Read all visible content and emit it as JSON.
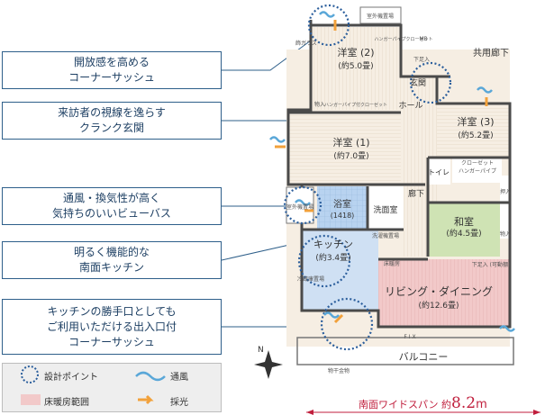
{
  "callouts": [
    {
      "lines": [
        "開放感を高める",
        "コーナーサッシュ"
      ]
    },
    {
      "lines": [
        "来訪者の視線を逸らす",
        "クランク玄関"
      ]
    },
    {
      "lines": [
        "通風・換気性が高く",
        "気持ちのいいビューバス"
      ]
    },
    {
      "lines": [
        "明るく機能的な",
        "南面キッチン"
      ]
    },
    {
      "lines": [
        "キッチンの勝手口としても",
        "ご利用いただける出入口付",
        "コーナーサッシュ"
      ]
    }
  ],
  "legend": {
    "design_point": "設計ポイント",
    "ventilation": "通風",
    "floor_heating": "床暖房範囲",
    "daylight": "採光"
  },
  "rooms": {
    "western1": {
      "name": "洋室 (1)",
      "area": "(約7.0畳)"
    },
    "western2": {
      "name": "洋室 (2)",
      "area": "(約5.0畳)"
    },
    "western3": {
      "name": "洋室 (3)",
      "area": "(約5.2畳)"
    },
    "japanese": {
      "name": "和室",
      "area": "(約4.5畳)"
    },
    "living": {
      "name": "リビング・ダイニング",
      "area": "(約12.6畳)"
    },
    "kitchen": {
      "name": "キッチン",
      "area": "(約3.4畳)"
    },
    "bath": {
      "name": "浴室",
      "area": "(1418)"
    },
    "washroom": "洗面室",
    "toilet": "トイレ",
    "hall": "ホール",
    "entrance": "玄関",
    "corridor": "廊下",
    "balcony": "バルコニー",
    "common_corridor": "共用廊下"
  },
  "labels": {
    "outdoor_unit_top": "室外機置場",
    "hanger_pipe_closet_top": "ハンガーパイプクローゼット",
    "mb": "MB",
    "shoe_box": "下足入",
    "storage": "物入",
    "hanger_pipe_closet": "ハンガーパイプ付クローゼット",
    "closet_w3": "クローゼット",
    "hanger_pipe_w3": "ハンガーパイプ",
    "toilet_room": "トイレ",
    "oshiire": "押入",
    "storage_jp": "物入",
    "washing_machine": "洗濯機置場",
    "fridge": "冷蔵庫置場",
    "outdoor_unit_side": "室外機置場",
    "floor_heating_note": "床暖房",
    "pantry": "下足入 (可動棚)",
    "sash": "F I X",
    "balcony_unit": "物干金物",
    "flower_glass": "飾ガラス",
    "corridor_label": "廊下"
  },
  "span": {
    "prefix": "南面ワイドスパン 約",
    "value": "8.2",
    "unit": "m"
  },
  "north_mark": "N",
  "colors": {
    "callout_border": "#2e5f8a",
    "floor_heating": "#f2c9c9",
    "japanese_room": "#cfe3b4",
    "bath_blue": "#b8d3f0",
    "wood_floor": "#f6eee3",
    "wall": "#4a4a4a",
    "design_point": "#2b5e9c",
    "ventilation": "#5aa7d8",
    "daylight": "#f2a13b",
    "span_text": "#c01e3c"
  }
}
